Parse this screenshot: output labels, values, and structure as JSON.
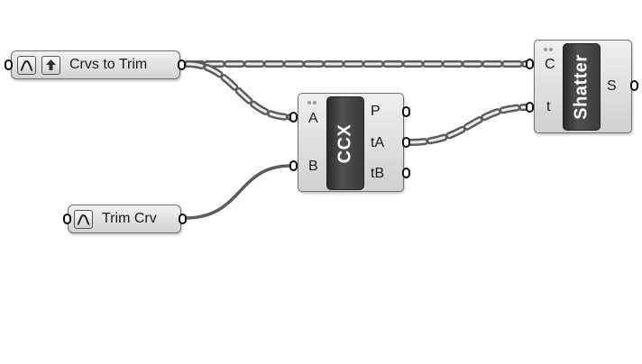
{
  "canvas": {
    "background": "#ffffff",
    "wire_color": "#5c5c5c",
    "wire_highlight": "#ececec"
  },
  "params": {
    "crvs_to_trim": {
      "label": "Crvs to Trim",
      "icons": [
        "curve-param-icon",
        "set-multiple-icon"
      ]
    },
    "trim_crv": {
      "label": "Trim Crv",
      "icons": [
        "curve-param-icon"
      ]
    }
  },
  "components": {
    "ccx": {
      "name": "CCX",
      "inputs": [
        "A",
        "B"
      ],
      "outputs": [
        "P",
        "tA",
        "tB"
      ]
    },
    "shatter": {
      "name": "Shatter",
      "inputs": [
        "C",
        "t"
      ],
      "outputs": [
        "S"
      ]
    }
  }
}
